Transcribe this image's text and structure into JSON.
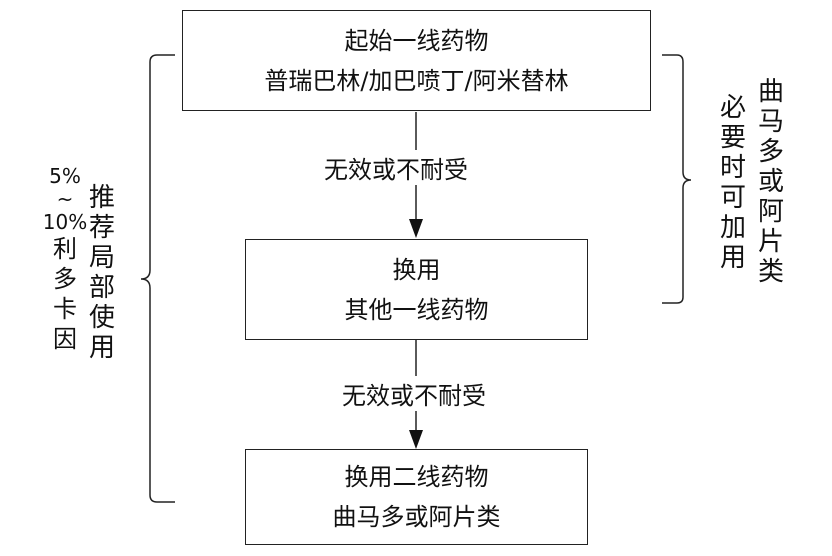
{
  "boxes": {
    "first": {
      "line1": "起始一线药物",
      "line2": "普瑞巴林/加巴喷丁/阿米替林"
    },
    "second": {
      "line1": "换用",
      "line2": "其他一线药物"
    },
    "third": {
      "line1": "换用二线药物",
      "line2": "曲马多或阿片类"
    }
  },
  "arrows": {
    "first_label": "无效或不耐受",
    "second_label": "无效或不耐受"
  },
  "left_bracket": {
    "column1": [
      "推",
      "荐",
      "局",
      "部",
      "使",
      "用"
    ],
    "column2": [
      "5%",
      "~",
      "10%",
      "利",
      "多",
      "卡",
      "因"
    ]
  },
  "right_bracket": {
    "column1": [
      "曲",
      "马",
      "多",
      "或",
      "阿",
      "片",
      "类"
    ],
    "column2": [
      "必",
      "要",
      "时",
      "可",
      "加",
      "用"
    ]
  }
}
